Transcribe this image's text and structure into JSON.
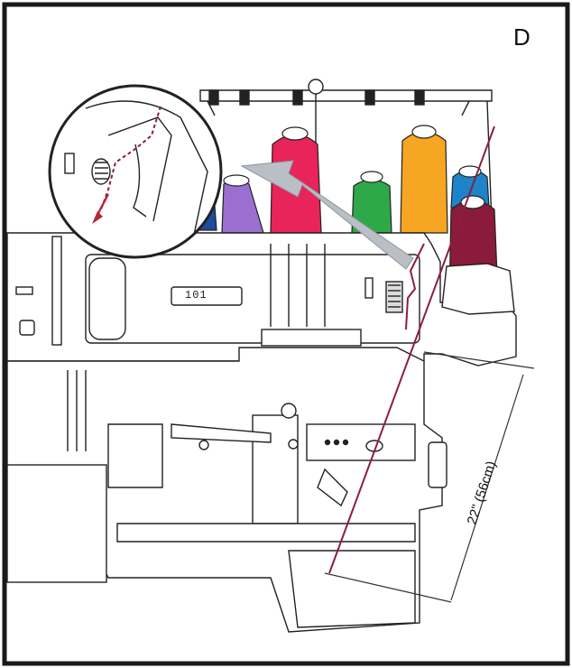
{
  "panel_label": "D",
  "dimension_label": "22\" (56cm)",
  "panel_counter_text": "101",
  "colors": {
    "frame": "#1a1a1a",
    "thread": "#8b1e3f",
    "arrow": "#b9bfc4",
    "cone_blue_dark": "#1d4d9c",
    "cone_purple": "#9a6fd0",
    "cone_red": "#e8245a",
    "cone_green": "#2fa84a",
    "cone_orange": "#f6a623",
    "cone_blue": "#1d84c9",
    "cone_maroon": "#8a1b3c"
  }
}
